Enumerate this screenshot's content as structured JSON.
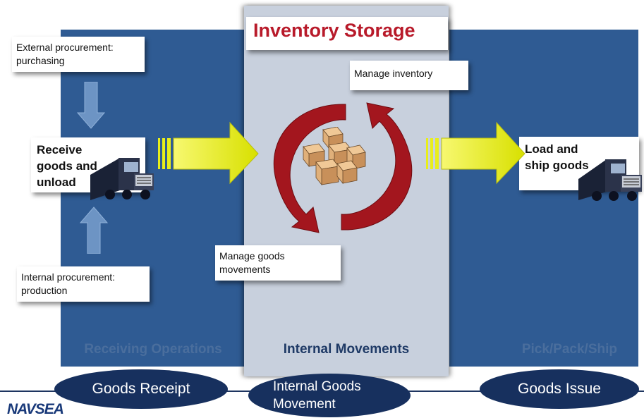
{
  "panels": {
    "left": {
      "label": "Receiving Operations"
    },
    "middle": {
      "label": "Internal Movements",
      "title": "Inventory Storage"
    },
    "right": {
      "label": "Pick/Pack/Ship"
    }
  },
  "boxes": {
    "external_procurement": "External procurement: purchasing",
    "receive_goods": "Receive goods and unload",
    "internal_procurement": "Internal procurement: production",
    "manage_inventory": "Manage inventory",
    "manage_goods_movements": "Manage goods movements",
    "load_ship": "Load and ship goods"
  },
  "phases": {
    "goods_receipt": "Goods Receipt",
    "internal_goods_movement": "Internal Goods Movement",
    "goods_issue": "Goods Issue"
  },
  "logo": {
    "text": "NAVSEA"
  },
  "colors": {
    "panel_blue": "#2f5b93",
    "middle_gray": "#c8d0dd",
    "title_red": "#b81a2a",
    "cycle_red": "#a3161e",
    "arrow_yellow": "#e8ee1a",
    "oval_navy": "#17305e"
  },
  "icons": [
    "truck-icon",
    "boxes-icon",
    "cycle-arrows-icon",
    "down-arrow-icon",
    "up-arrow-icon",
    "flow-arrow-icon"
  ]
}
